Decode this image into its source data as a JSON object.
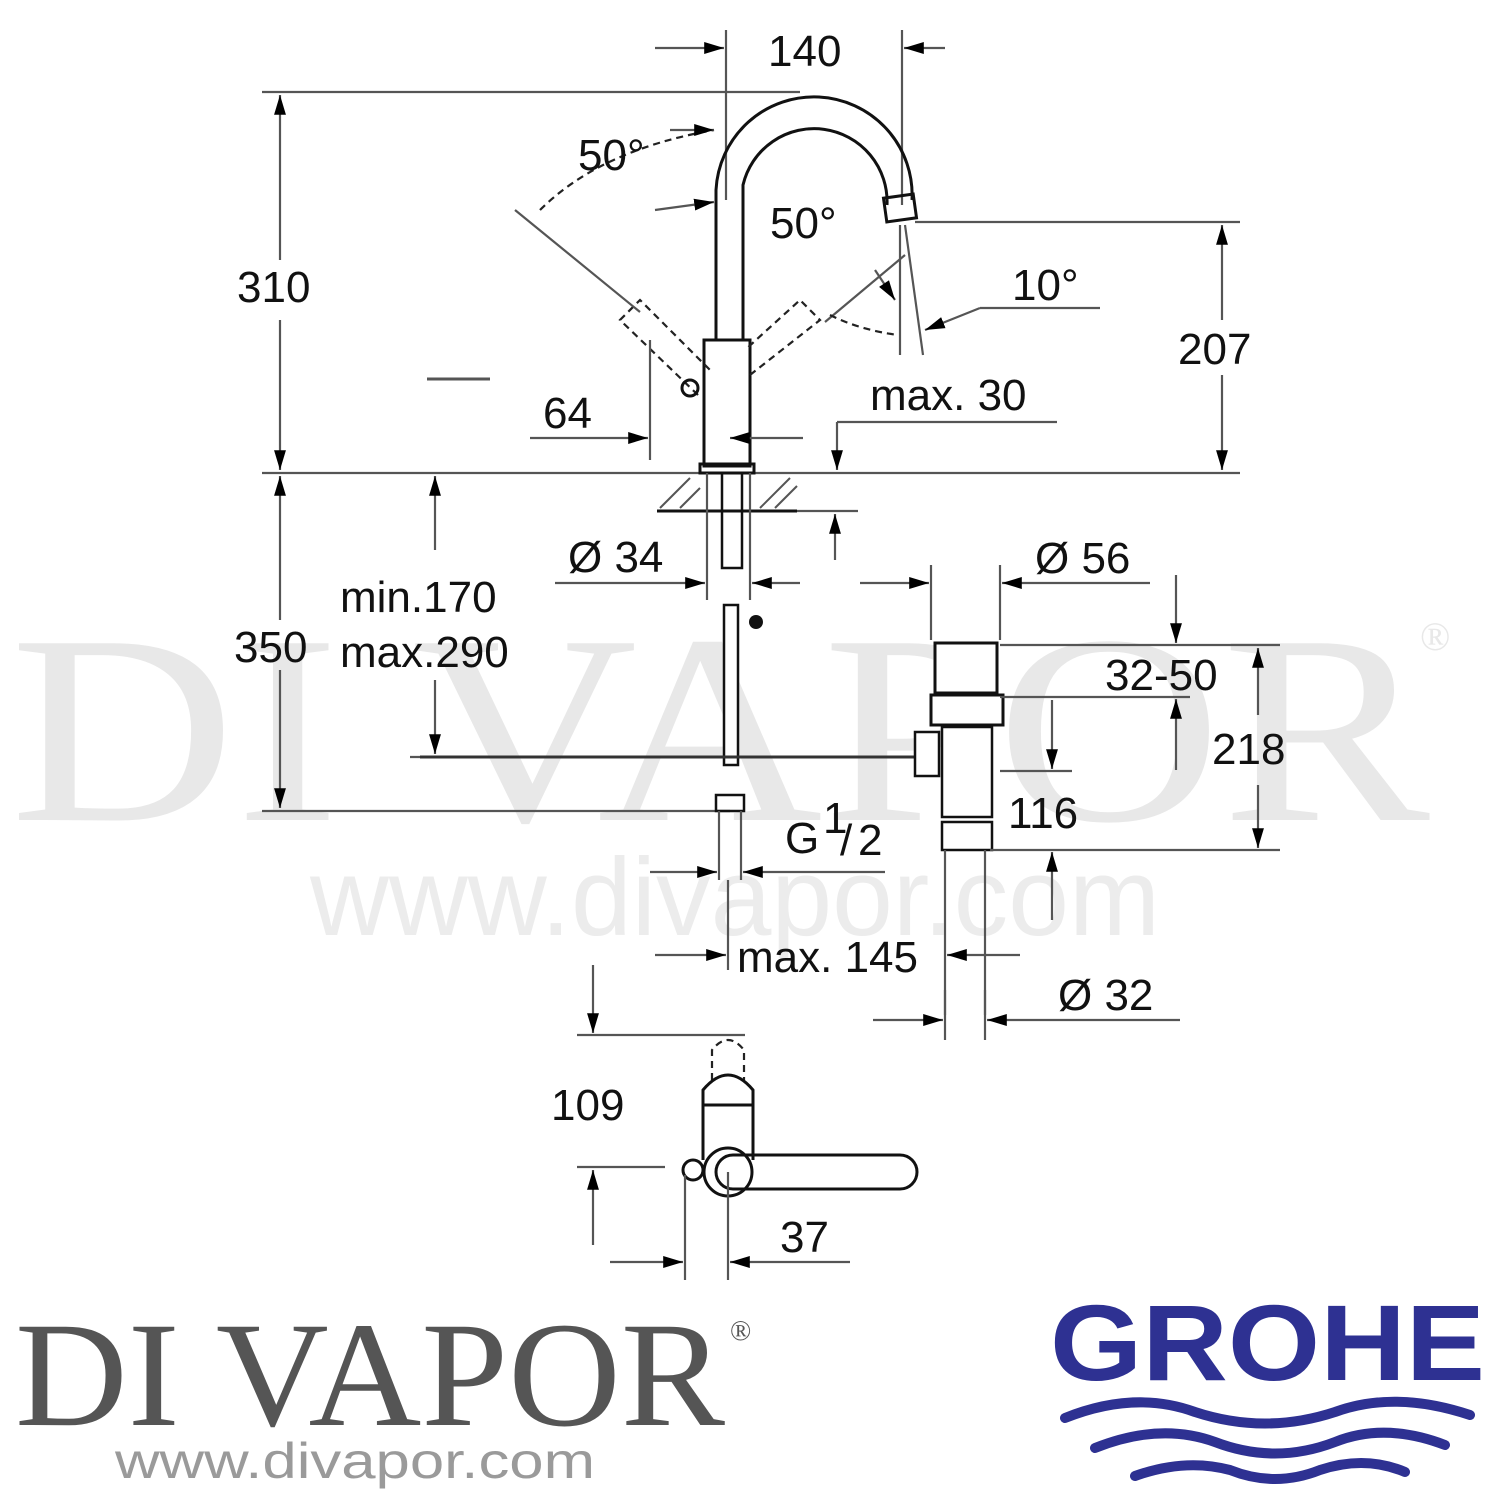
{
  "watermark": {
    "name": "DI VAPOR",
    "registered": "®",
    "url": "www.divapor.com"
  },
  "dimensions": {
    "spout_reach": "140",
    "total_height": "310",
    "lever_angle_left": "50°",
    "lever_angle_right": "50°",
    "spout_swivel": "10°",
    "spout_height": "207",
    "max_30": "max. 30",
    "body_offset": "64",
    "dash_mark": "—",
    "hole_diameter": "Ø 34",
    "under_counter": "350",
    "min_170": "min.170",
    "max_290": "max.290",
    "waste_diameter": "Ø 56",
    "plug_lift": "32-50",
    "waste_height": "218",
    "waste_116": "116",
    "connection": "G",
    "connection_fraction_num": "1",
    "connection_fraction_den": "2",
    "max_145": "max. 145",
    "tail_diameter": "Ø 32",
    "lever_height": "109",
    "lever_offset": "37"
  },
  "branding": {
    "divapor_logo": "DI VAPOR",
    "divapor_registered": "®",
    "divapor_url": "www.divapor.com",
    "grohe_logo": "GROHE",
    "grohe_color": "#2e3192"
  }
}
